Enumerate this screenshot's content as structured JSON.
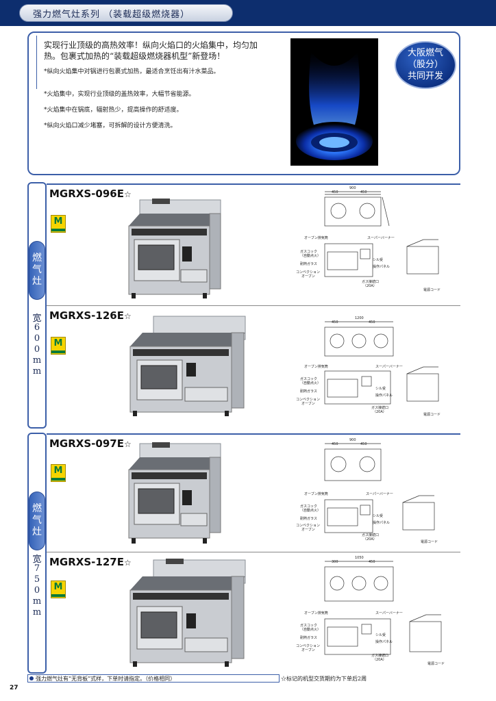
{
  "header": {
    "title": "强力燃气灶系列  （装载超级燃烧器）"
  },
  "intro": {
    "headline_1": "实现行业顶级的高热效率！纵向火焰口的火焰集中，均匀加",
    "headline_2": "热。包裹式加热的“装载超级燃烧器机型”新登场！",
    "note": "*纵向火焰集中对锅进行包裹式加热，最适合烹饪出有汁水菜品。",
    "bullets": [
      "*火焰集中，实现行业顶级的盖热效率，大幅节省能源。",
      "*火焰集中在锅底，辐射热少，提高操作的舒适度。",
      "*纵向火焰口减少堵塞，可拆解的设计方便清洗。"
    ]
  },
  "badge": {
    "line1": "大阪燃气",
    "line2": "（股分）",
    "line3": "共同开发"
  },
  "sections": [
    {
      "tab": [
        "燃",
        "气",
        "灶"
      ],
      "width": [
        "宽",
        "6",
        "0",
        "0",
        "m",
        "m"
      ]
    },
    {
      "tab": [
        "燃",
        "气",
        "灶"
      ],
      "width": [
        "宽",
        "7",
        "5",
        "0",
        "m",
        "m"
      ]
    }
  ],
  "cert": {
    "mark": "M"
  },
  "models": [
    {
      "name": "MGRXS-096E",
      "star": "☆"
    },
    {
      "name": "MGRXS-126E",
      "star": "☆"
    },
    {
      "name": "MGRXS-097E",
      "star": "☆"
    },
    {
      "name": "MGRXS-127E",
      "star": "☆"
    }
  ],
  "drawing_labels": {
    "top_dims_a": [
      "900",
      "450",
      "450"
    ],
    "top_dims_b": [
      "1200",
      "450",
      "450"
    ],
    "top_dims_c": [
      "900",
      "450",
      "450"
    ],
    "top_dims_d": [
      "1050",
      "300",
      "450"
    ],
    "oven": "オーブン排気筒",
    "super": "スーパーバーナー",
    "gas_cock": "ガスコック",
    "auto": "（自動点火）",
    "glass": "耐熱ガラス",
    "convection": "コンベクション",
    "oven2": "オーブン",
    "shield": "シル受",
    "panel": "操作パネル",
    "gas_conn": "ガス接続口",
    "conn_size": "（20A）",
    "power": "電源コード"
  },
  "footer": {
    "left": "强力燃气灶有“无背板”式样，下单时请指定。（价格相同）",
    "right": "☆标记的机型交货期约为下单后2周",
    "page": "27"
  }
}
